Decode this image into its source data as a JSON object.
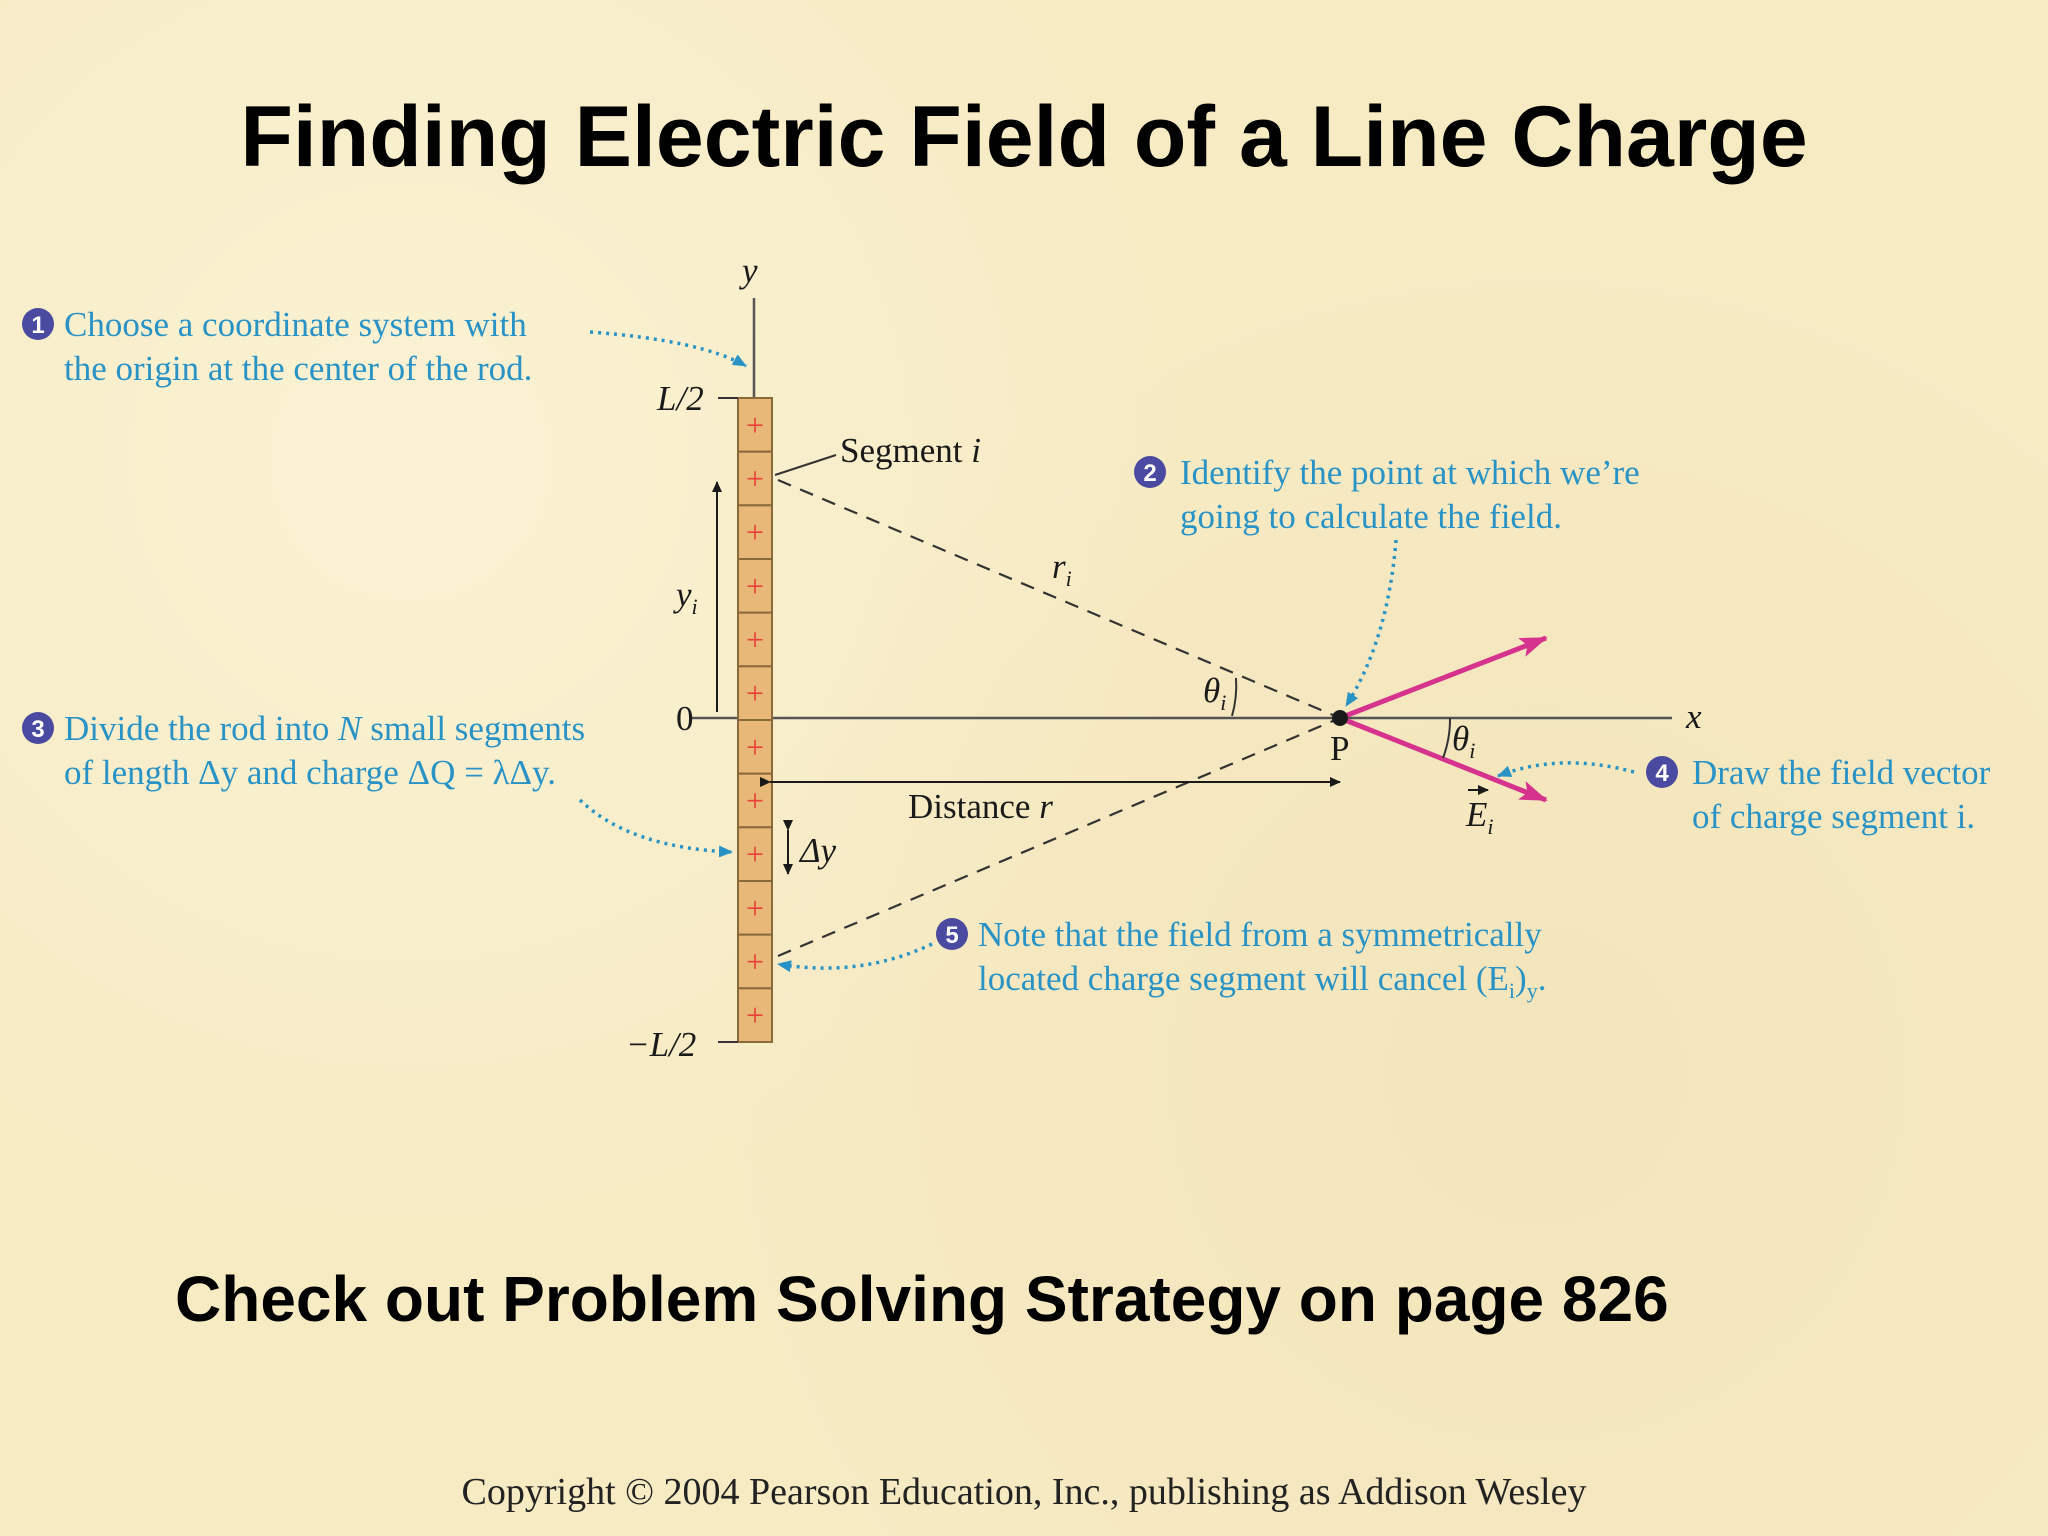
{
  "title": "Finding Electric Field of a Line Charge",
  "subtitle": "Check out Problem Solving Strategy on page 826",
  "copyright": "Copyright © 2004 Pearson Education, Inc., publishing as Addison Wesley",
  "colors": {
    "background": "#f7ebc4",
    "annotation": "#2a93c6",
    "step_badge": "#4a4aa0",
    "field_vector": "#d6338e",
    "rod_fill": "#e7b877",
    "plus": "#e8413a"
  },
  "diagram": {
    "axis_y": "y",
    "axis_x": "x",
    "label_top": "L/2",
    "label_bottom": "−L/2",
    "label_zero": "0",
    "segment_label": "Segment",
    "segment_index": "i",
    "r_symbol": "r",
    "r_sub": "i",
    "y_symbol": "y",
    "y_sub": "i",
    "theta_symbol": "θ",
    "theta_sub": "i",
    "point_label": "P",
    "distance_label": "Distance",
    "distance_symbol": "r",
    "dy_label": "Δy",
    "e_symbol": "E",
    "e_sub": "i",
    "plus_sign": "+",
    "segments": 12
  },
  "steps": [
    {
      "num": "1",
      "lines": [
        "Choose a coordinate system with",
        "the origin at the center of the rod."
      ]
    },
    {
      "num": "2",
      "lines": [
        "Identify the point at which we’re",
        "going to calculate the field."
      ]
    },
    {
      "num": "3",
      "lines": [
        "Divide the rod into",
        "N",
        "small segments",
        "of length Δy and charge ΔQ = λΔy."
      ]
    },
    {
      "num": "4",
      "lines": [
        "Draw the field vector",
        "of charge segment i."
      ]
    },
    {
      "num": "5",
      "lines": [
        "Note that the field from a symmetrically",
        "located charge segment will cancel (E",
        "i",
        ")",
        "y",
        "."
      ]
    }
  ]
}
